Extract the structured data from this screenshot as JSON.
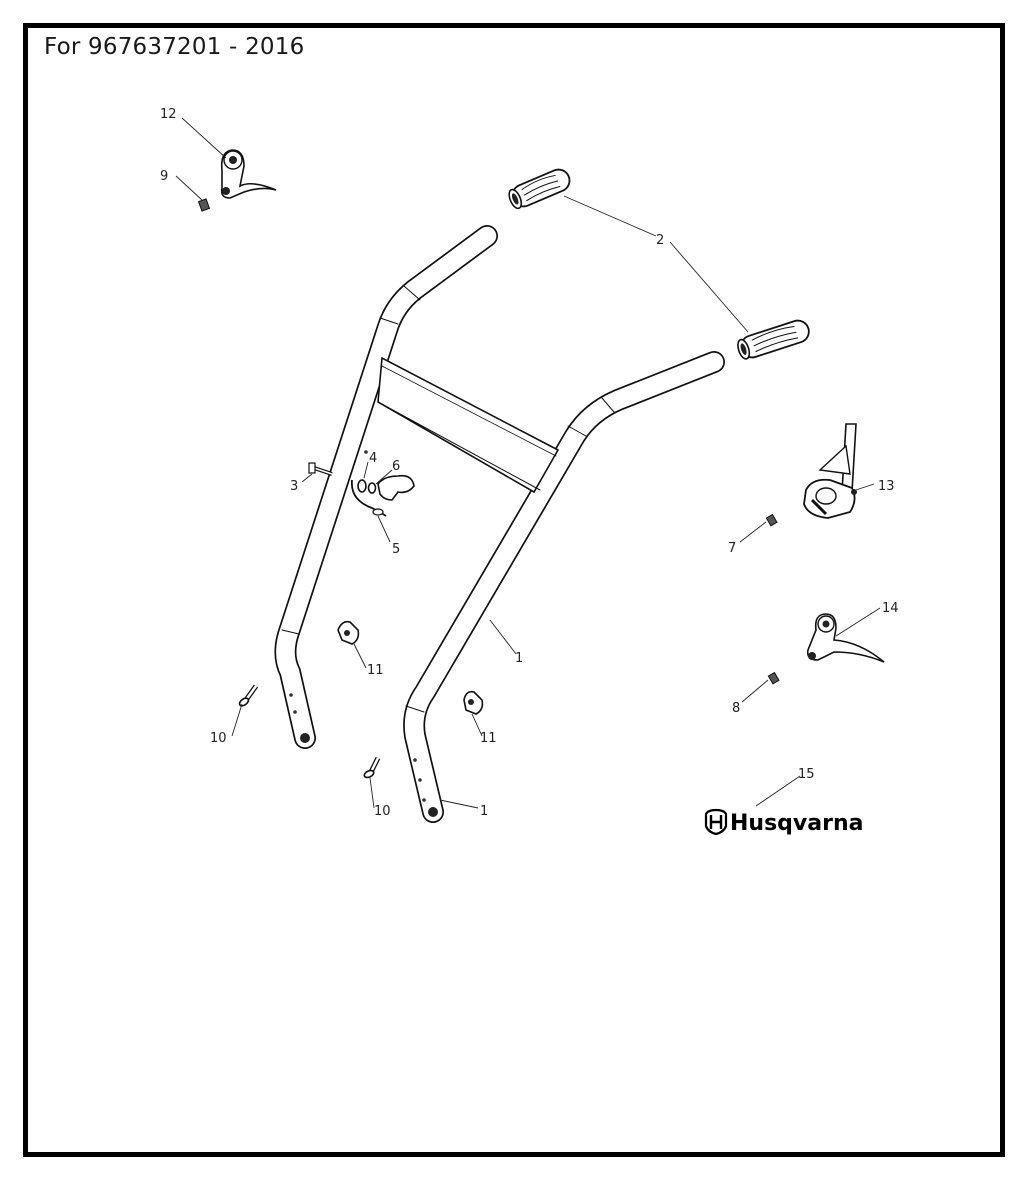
{
  "title": "For 967637201 - 2016",
  "brand": {
    "name": "Husqvarna",
    "logo_icon": "husqvarna-crown-h-icon"
  },
  "callouts": {
    "c1a": "1",
    "c1b": "1",
    "c2": "2",
    "c3": "3",
    "c4": "4",
    "c5": "5",
    "c6": "6",
    "c7": "7",
    "c8": "8",
    "c9": "9",
    "c10a": "10",
    "c10b": "10",
    "c11a": "11",
    "c11b": "11",
    "c12": "12",
    "c13": "13",
    "c14": "14",
    "c15": "15"
  }
}
